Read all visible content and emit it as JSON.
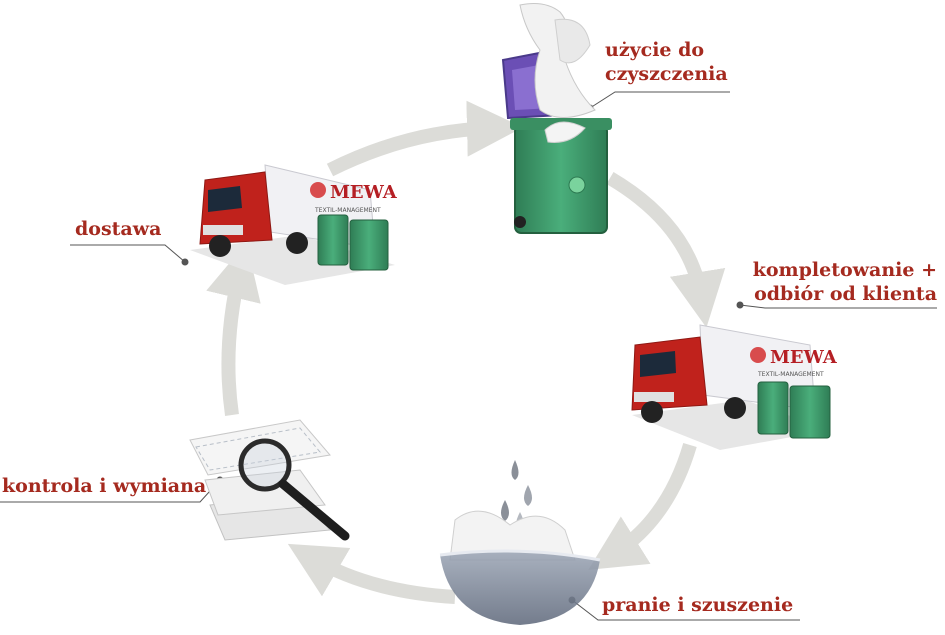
{
  "steps": {
    "usage": {
      "line1": "użycie do",
      "line2": "czyszczenia"
    },
    "collection": {
      "line1": "kompletowanie +",
      "line2": "odbiór od klienta"
    },
    "washing": {
      "label": "pranie i szuszenie"
    },
    "inspection": {
      "label": "kontrola i wymiana"
    },
    "delivery": {
      "label": "dostawa"
    }
  },
  "truck": {
    "brand": "MEWA",
    "tagline": "TEXTIL-MANAGEMENT"
  },
  "colors": {
    "label_red": "#a52a1f",
    "cycle_gray": "#dcdcd8",
    "container_green": "#3f9a6b",
    "lid_purple": "#6b4fb5",
    "truck_red": "#c0221c"
  }
}
